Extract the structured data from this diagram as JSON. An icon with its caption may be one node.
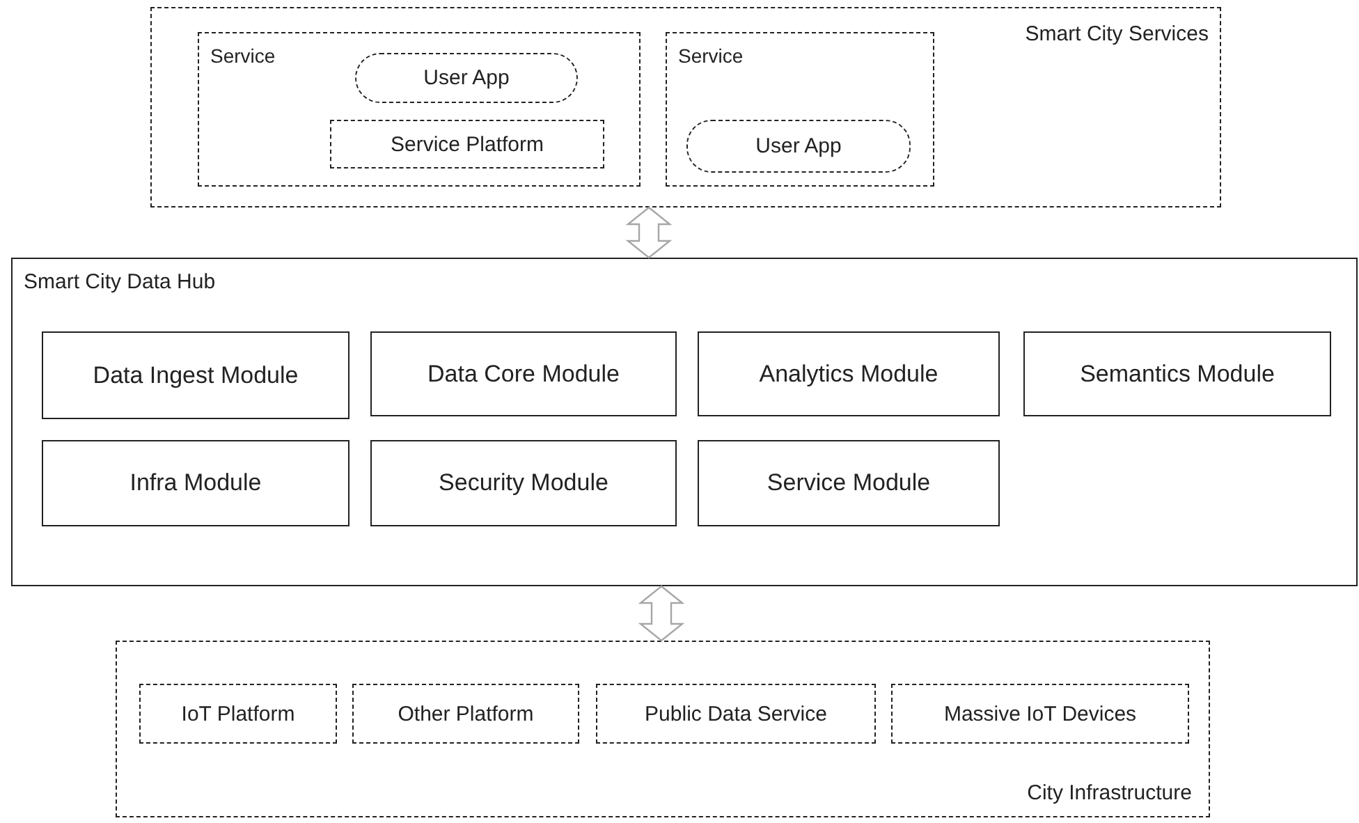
{
  "diagram": {
    "nodes": [
      {
        "text": [
          "Smart City Services"
        ]
      },
      {
        "text": [
          "Service"
        ],
        "in": 0
      },
      {
        "text": [
          "User App"
        ],
        "in": 1
      },
      {
        "text": [
          "Service Platform"
        ],
        "in": 1
      },
      {
        "text": [
          "Service"
        ],
        "in": 0
      },
      {
        "text": [
          "User App"
        ],
        "in": 4
      },
      {
        "text": [
          "Smart City Data Hub"
        ]
      },
      {
        "text": [
          "Data Ingest Module"
        ],
        "in": 6
      },
      {
        "text": [
          "Data Core Module"
        ],
        "in": 6
      },
      {
        "text": [
          "Analytics Module"
        ],
        "in": 6
      },
      {
        "text": [
          "Semantics Module"
        ],
        "in": 6
      },
      {
        "text": [
          "Infra Module"
        ],
        "in": 6
      },
      {
        "text": [
          "Security Module"
        ],
        "in": 6
      },
      {
        "text": [
          "Service Module"
        ],
        "in": 6
      },
      {
        "text": [
          "City Infrastructure"
        ]
      },
      {
        "text": [
          "IoT Platform"
        ],
        "in": 14
      },
      {
        "text": [
          "Other Platform"
        ],
        "in": 14
      },
      {
        "text": [
          "Public Data Service"
        ],
        "in": 14
      },
      {
        "text": [
          "Massive IoT Devices"
        ],
        "in": 14
      }
    ],
    "edges": [
      {
        "from": 0,
        "to": 6,
        "arrow": "both"
      },
      {
        "from": 6,
        "to": 14,
        "arrow": "both"
      }
    ]
  }
}
